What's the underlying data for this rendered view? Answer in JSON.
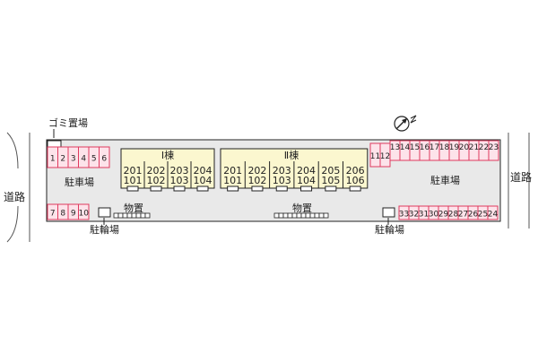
{
  "labels": {
    "garbage": "ゴミ置場",
    "parking_left": "駐車場",
    "parking_right": "駐車場",
    "bike_left": "駐輪場",
    "bike_right": "駐輪場",
    "storage_1": "物置",
    "storage_2": "物置",
    "road_left": "道路",
    "road_right": "道路"
  },
  "buildings": [
    {
      "name": "Ⅰ棟",
      "units": [
        [
          "201",
          "101"
        ],
        [
          "202",
          "102"
        ],
        [
          "203",
          "103"
        ],
        [
          "204",
          "104"
        ]
      ]
    },
    {
      "name": "Ⅱ棟",
      "units": [
        [
          "201",
          "101"
        ],
        [
          "202",
          "102"
        ],
        [
          "203",
          "103"
        ],
        [
          "204",
          "104"
        ],
        [
          "205",
          "105"
        ],
        [
          "206",
          "106"
        ]
      ]
    }
  ],
  "parking": {
    "left_top": [
      "1",
      "2",
      "3",
      "4",
      "5",
      "6"
    ],
    "left_bottom": [
      "7",
      "8",
      "9",
      "10"
    ],
    "right_pair": [
      "11",
      "12"
    ],
    "right_top": [
      "13",
      "14",
      "15",
      "16",
      "17",
      "18",
      "19",
      "20",
      "21",
      "22",
      "23"
    ],
    "right_bottom": [
      "33",
      "32",
      "31",
      "30",
      "29",
      "28",
      "27",
      "26",
      "25",
      "24"
    ]
  },
  "compass": {
    "direction": "N",
    "icon": "north-arrow-icon"
  },
  "colors": {
    "building_fill": "#fbf7cf",
    "parking_fill": "#fde3ea",
    "parking_stroke": "#e03a5f",
    "site_fill": "#e9e9e9"
  }
}
